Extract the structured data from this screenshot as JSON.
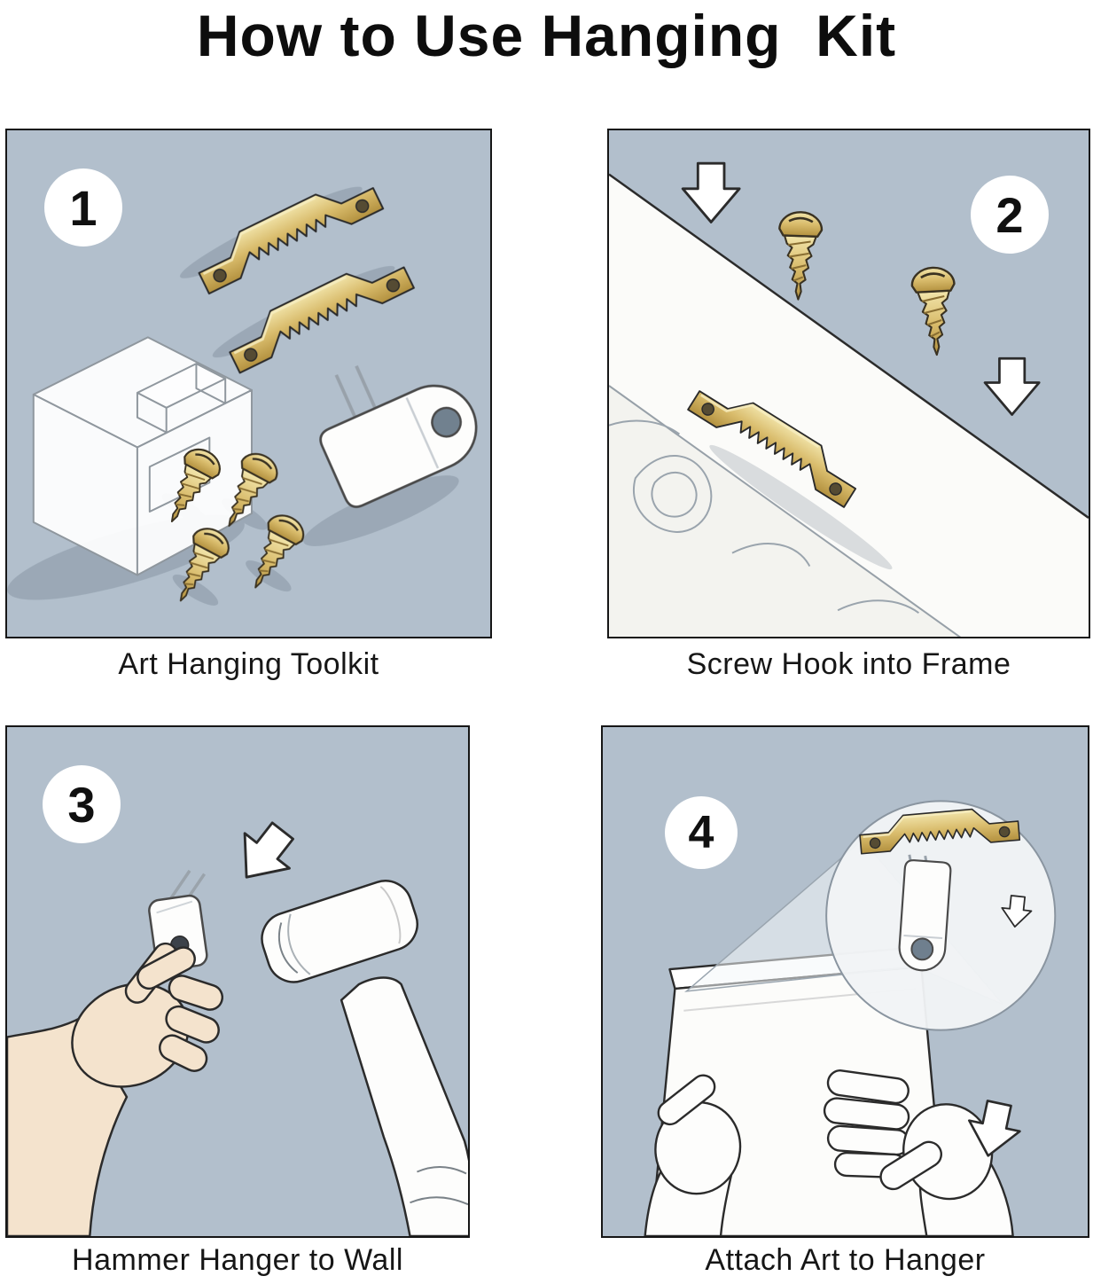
{
  "title": "How to Use Hanging  Kit",
  "panels": [
    {
      "number": "1",
      "caption": "Art Hanging Toolkit"
    },
    {
      "number": "2",
      "caption": "Screw Hook into Frame"
    },
    {
      "number": "3",
      "caption": "Hammer Hanger to Wall"
    },
    {
      "number": "4",
      "caption": "Attach Art to Hanger"
    }
  ],
  "colors": {
    "page_background": "#ffffff",
    "panel_background": "#b2bfcc",
    "brass": "#d9bc6c",
    "brass_light": "#f2e5ab",
    "brass_dark": "#b3913f",
    "skin": "#f4e3cd",
    "outline": "#2b2b2b"
  }
}
